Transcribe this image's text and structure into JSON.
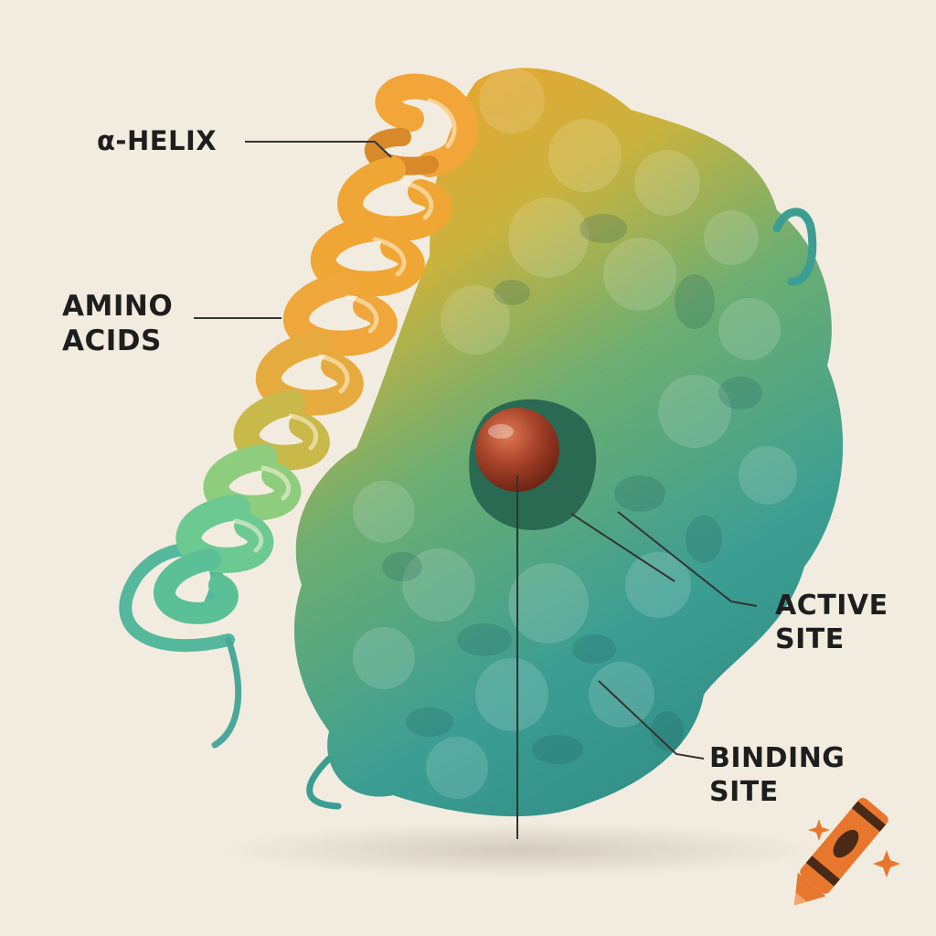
{
  "labels": {
    "helix": "α-HELIX",
    "amino_line1": "AMINO",
    "amino_line2": "ACIDS",
    "active_line1": "ACTIVE",
    "active_line2": "SITE",
    "binding_line1": "BINDING",
    "binding_line2": "SITE"
  },
  "colors": {
    "background": "#f2ece0",
    "helix_orange": "#f0a634",
    "helix_green": "#6cc992",
    "protein_yellow": "#d9b23c",
    "protein_teal": "#3c9e92",
    "active_site_pocket": "#2a6a52",
    "ligand": "#a8432a",
    "crayon": "#e8772e",
    "label_text": "#1e1e1e"
  },
  "icons": {
    "logo": "crayon-icon",
    "sparkles": "sparkle-icon"
  }
}
